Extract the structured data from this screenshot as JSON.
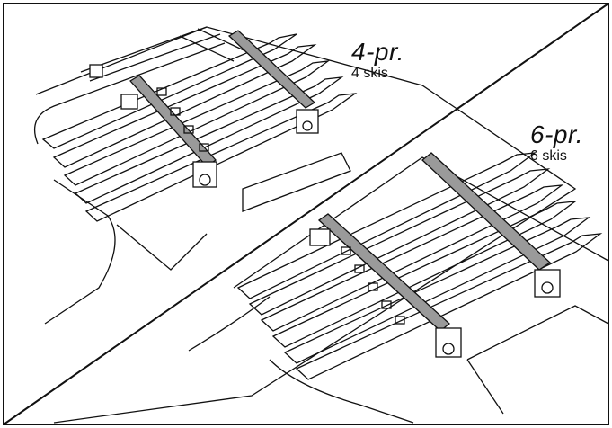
{
  "figure": {
    "panel_top": {
      "label": "4-pr.",
      "sublabel": "4 skis"
    },
    "panel_bottom": {
      "label": "6-pr.",
      "sublabel": "6 skis"
    }
  },
  "colors": {
    "line": "#111111",
    "bar": "#9a9a9a",
    "background": "#ffffff"
  }
}
